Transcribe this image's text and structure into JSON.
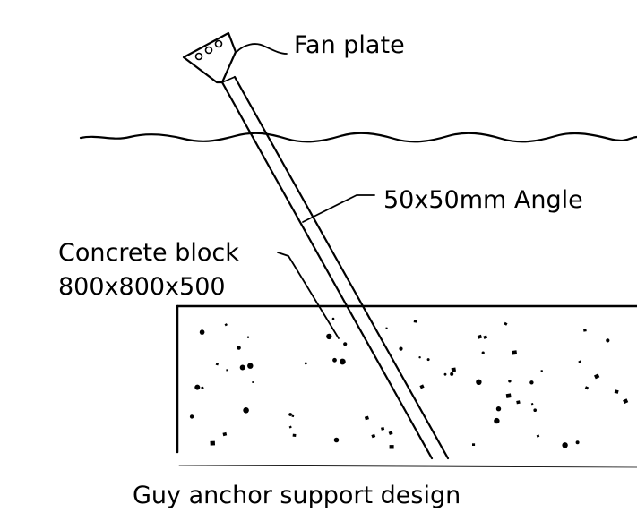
{
  "diagram": {
    "caption": "Guy anchor support design",
    "labels": {
      "fan_plate": "Fan plate",
      "angle": "50x50mm Angle",
      "concrete_line1": "Concrete block",
      "concrete_line2": "800x800x500"
    },
    "ink_color": "#000000",
    "background_color": "#ffffff"
  }
}
